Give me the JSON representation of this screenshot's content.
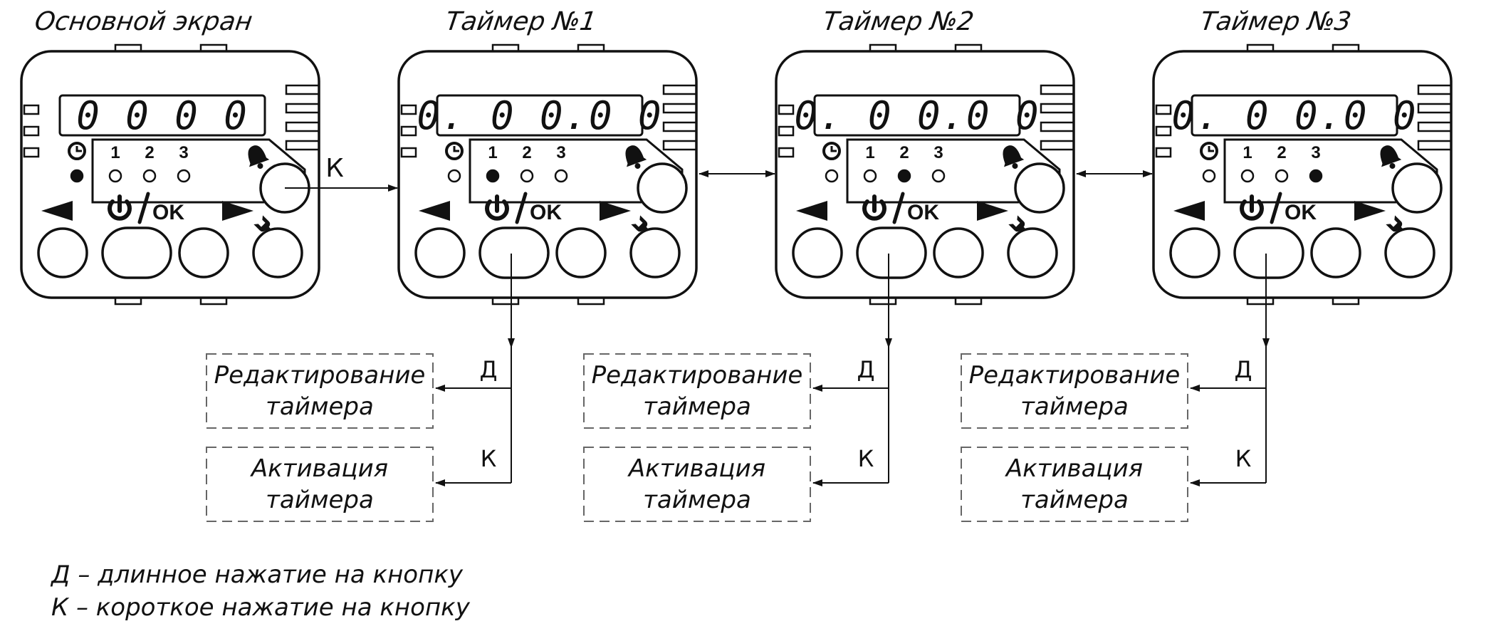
{
  "devices": [
    {
      "title": "Основной экран",
      "display": "0 0 0 0",
      "clock_dot_filled": true,
      "timers": [
        {
          "label": "1",
          "filled": false
        },
        {
          "label": "2",
          "filled": false
        },
        {
          "label": "3",
          "filled": false
        }
      ]
    },
    {
      "title": "Таймер №1",
      "display": "0. 0 0.0 0",
      "clock_dot_filled": false,
      "timers": [
        {
          "label": "1",
          "filled": true
        },
        {
          "label": "2",
          "filled": false
        },
        {
          "label": "3",
          "filled": false
        }
      ]
    },
    {
      "title": "Таймер №2",
      "display": "0. 0 0.0 0",
      "clock_dot_filled": false,
      "timers": [
        {
          "label": "1",
          "filled": false
        },
        {
          "label": "2",
          "filled": true
        },
        {
          "label": "3",
          "filled": false
        }
      ]
    },
    {
      "title": "Таймер №3",
      "display": "0. 0 0.0 0",
      "clock_dot_filled": false,
      "timers": [
        {
          "label": "1",
          "filled": false
        },
        {
          "label": "2",
          "filled": false
        },
        {
          "label": "3",
          "filled": true
        }
      ]
    }
  ],
  "button_icons": {
    "left": "left-triangle-icon",
    "power": "power-icon",
    "ok_text": "OK",
    "right": "right-triangle-icon",
    "settings": "wrench-icon",
    "clock": "clock-icon",
    "bell": "bell-icon"
  },
  "arrows": {
    "short_label": "К",
    "long_label": "Д"
  },
  "actions": [
    {
      "edit_line1": "Редактирование",
      "edit_line2": "таймера",
      "activate_line1": "Активация",
      "activate_line2": "таймера"
    },
    {
      "edit_line1": "Редактирование",
      "edit_line2": "таймера",
      "activate_line1": "Активация",
      "activate_line2": "таймера"
    },
    {
      "edit_line1": "Редактирование",
      "edit_line2": "таймера",
      "activate_line1": "Активация",
      "activate_line2": "таймера"
    }
  ],
  "legend": [
    "Д – длинное нажатие на кнопку",
    "К – короткое нажатие на кнопку"
  ]
}
